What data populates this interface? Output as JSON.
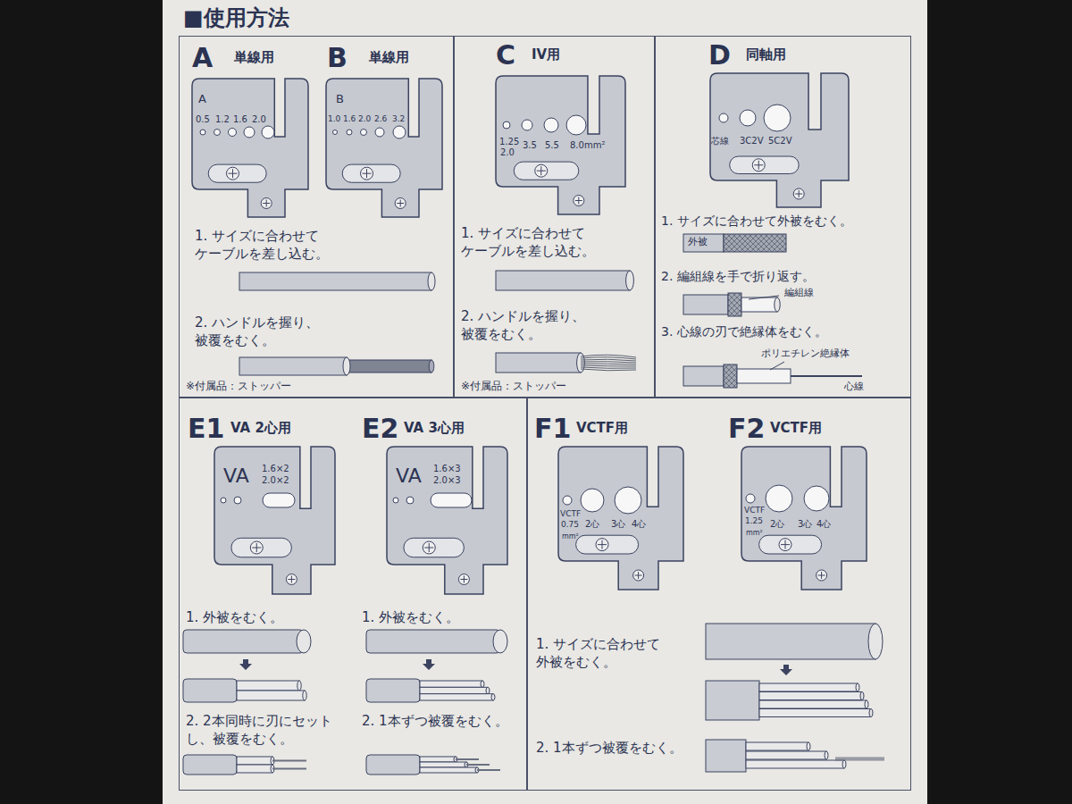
{
  "diagram": {
    "title": "■使用方法",
    "nodes": [
      {
        "text": [
          "A",
          "単線用",
          "B",
          "単線用",
          "1. サイズに合わせて ケーブルを差し込む。",
          "2. ハンドルを握り、 被覆をむく。",
          "※付属品：ストッパー"
        ]
      },
      {
        "text": [
          "C",
          "IV用",
          "1. サイズに合わせて ケーブルを差し込む。",
          "2. ハンドルを握り、 被覆をむく。",
          "※付属品：ストッパー"
        ]
      },
      {
        "text": [
          "D",
          "同軸用",
          "1. サイズに合わせて外被をむく。",
          "2. 編組線を手で折り返す。",
          "3. 心線の刃で絶縁体をむく。"
        ]
      },
      {
        "text": [
          "E1",
          "VA 2心用",
          "E2",
          "VA 3心用",
          "1. 外被をむく。",
          "2. 2本同時に刃にセット し、被覆をむく。",
          "1. 外被をむく。",
          "2. 1本ずつ被覆をむく。"
        ]
      },
      {
        "text": [
          "F1",
          "VCTF用",
          "F2",
          "VCTF用",
          "1. サイズに合わせて 外被をむく。",
          "2. 1本ずつ被覆をむく。"
        ]
      }
    ],
    "labels": [
      "A",
      "0.5",
      "1.2",
      "1.6",
      "2.0",
      "B",
      "1.0",
      "1.6",
      "2.0",
      "2.6",
      "3.2",
      "1.25",
      "2.0",
      "3.5",
      "5.5",
      "8.0mm²",
      "芯線",
      "3C2V",
      "5C2V",
      "外被",
      "編組線",
      "ポリエチレン絶縁体",
      "心線",
      "VA",
      "1.6×2",
      "2.0×2",
      "VA",
      "1.6×3",
      "2.0×3",
      "VCTF",
      "0.75",
      "mm²",
      "2心",
      "3心",
      "4心",
      "VCTF",
      "1.25",
      "mm²",
      "2心",
      "3心",
      "4心"
    ]
  }
}
